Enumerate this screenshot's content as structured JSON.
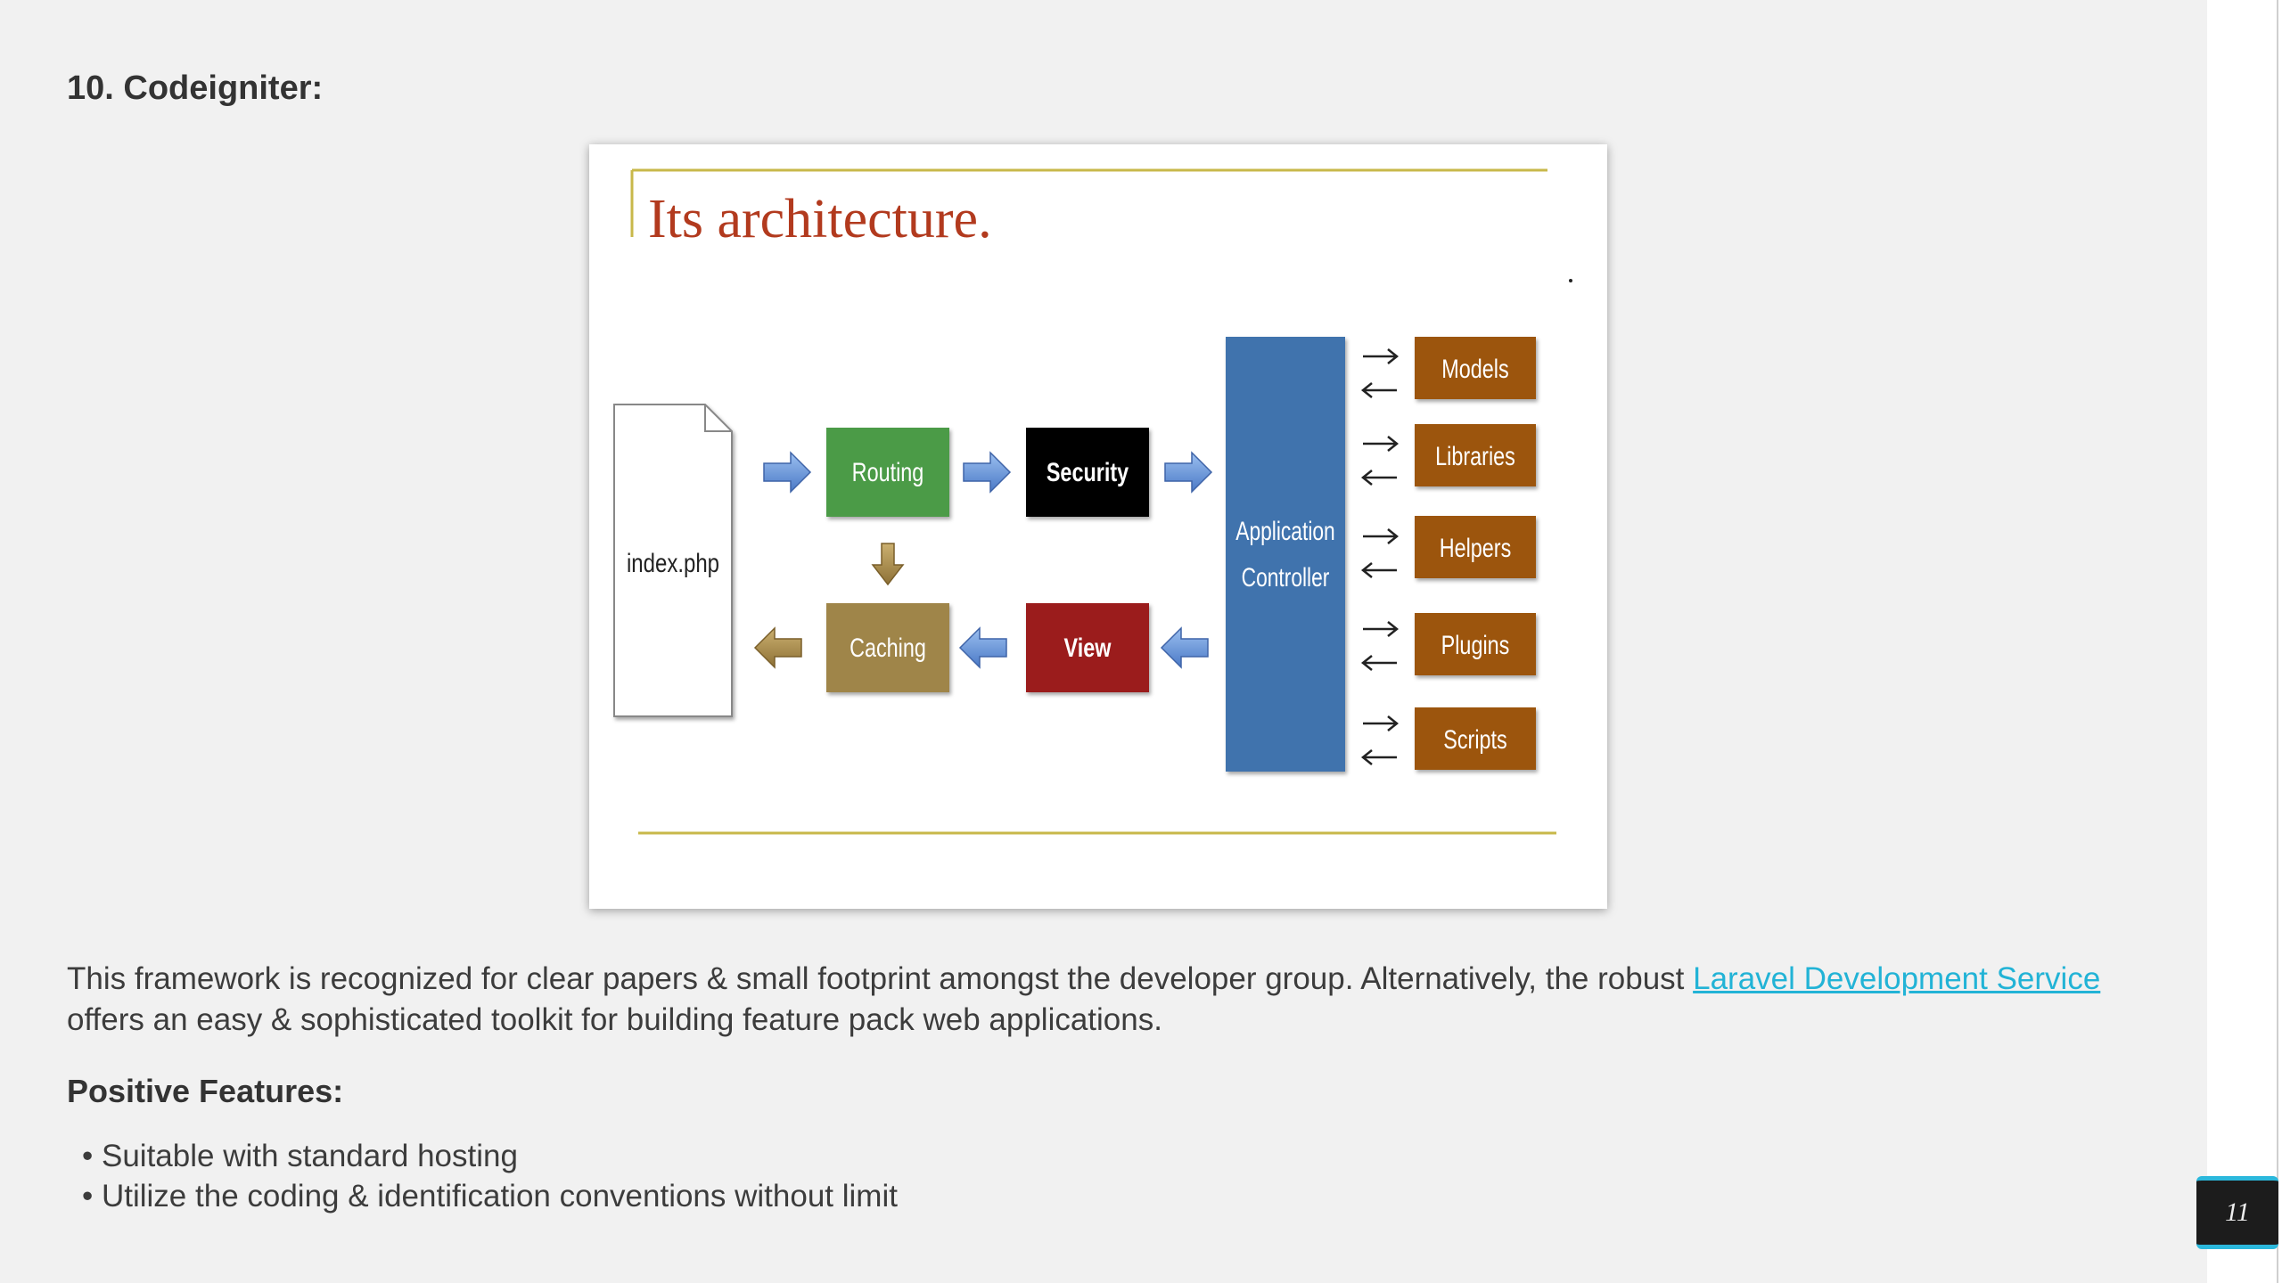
{
  "heading": "10. Codeigniter:",
  "diagram": {
    "title": "Its architecture.",
    "nodes": {
      "index": "index.php",
      "routing": "Routing",
      "security": "Security",
      "caching": "Caching",
      "view": "View",
      "controller_line1": "Application",
      "controller_line2": "Controller",
      "models": "Models",
      "libraries": "Libraries",
      "helpers": "Helpers",
      "plugins": "Plugins",
      "scripts": "Scripts"
    },
    "colors": {
      "routing": "#4b9b47",
      "security": "#050505",
      "caching": "#9f8548",
      "view": "#9b1b1f",
      "controller": "#3f73ad",
      "modules": "#9c5410",
      "title": "#b23a1e",
      "rule": "#c8b84a",
      "flow_arrow": "#5b86cc"
    }
  },
  "paragraph": {
    "before": "This framework is recognized for clear papers & small footprint amongst the developer group. Alternatively, the robust ",
    "link": "Laravel Development Service",
    "after": " offers an easy & sophisticated toolkit for building feature pack web applications."
  },
  "features_heading": "Positive Features:",
  "features": [
    "Suitable with standard hosting",
    "Utilize the coding & identification conventions without limit"
  ],
  "page_number": "11"
}
